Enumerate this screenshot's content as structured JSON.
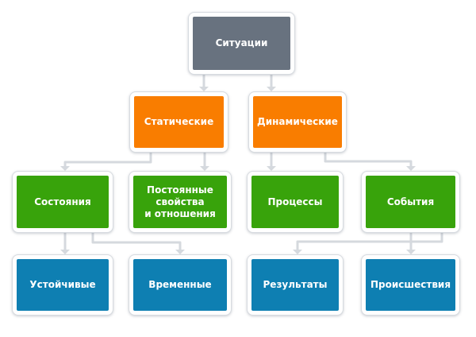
{
  "diagram": {
    "connector_color": "#d5d9de",
    "nodes": {
      "situations": {
        "label": "Ситуации",
        "color": "#68727f"
      },
      "static": {
        "label": "Статические",
        "color": "#f97d00"
      },
      "dynamic": {
        "label": "Динамические",
        "color": "#f97d00"
      },
      "states": {
        "label": "Состояния",
        "color": "#38a30b"
      },
      "permanent_properties": {
        "label": "Постоянные\nсвойства\nи отношения",
        "color": "#38a30b"
      },
      "processes": {
        "label": "Процессы",
        "color": "#38a30b"
      },
      "events": {
        "label": "События",
        "color": "#38a30b"
      },
      "stable": {
        "label": "Устойчивые",
        "color": "#0e7fb2"
      },
      "temporary": {
        "label": "Временные",
        "color": "#0e7fb2"
      },
      "results": {
        "label": "Результаты",
        "color": "#0e7fb2"
      },
      "incidents": {
        "label": "Происшествия",
        "color": "#0e7fb2"
      }
    },
    "edges": [
      {
        "from": "situations",
        "to": "static"
      },
      {
        "from": "situations",
        "to": "dynamic"
      },
      {
        "from": "static",
        "to": "states"
      },
      {
        "from": "static",
        "to": "permanent_properties"
      },
      {
        "from": "dynamic",
        "to": "processes"
      },
      {
        "from": "dynamic",
        "to": "events"
      },
      {
        "from": "states",
        "to": "stable"
      },
      {
        "from": "states",
        "to": "temporary"
      },
      {
        "from": "events",
        "to": "results"
      },
      {
        "from": "events",
        "to": "incidents"
      }
    ]
  }
}
